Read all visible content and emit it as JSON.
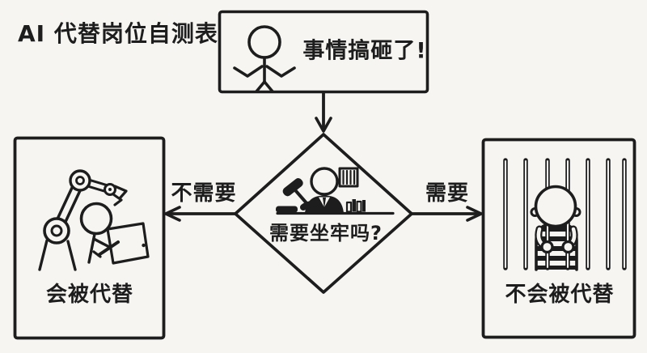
{
  "title": "AI 代替岗位自测表",
  "flowchart": {
    "start_node": {
      "label": "事情搞砸了!",
      "icon": "shrugging-person-icon"
    },
    "decision_node": {
      "label": "需要坐牢吗?",
      "icon": "judge-with-gavel-icon"
    },
    "edge_no": {
      "label": "不需要"
    },
    "edge_yes": {
      "label": "需要"
    },
    "outcome_replaced": {
      "label": "会被代替",
      "icon": "robot-arm-and-person-icon"
    },
    "outcome_not_replaced": {
      "label": "不会被代替",
      "icon": "prisoner-behind-bars-icon"
    }
  },
  "colors": {
    "background": "#f7f5f1",
    "ink": "#1d1d1d"
  }
}
